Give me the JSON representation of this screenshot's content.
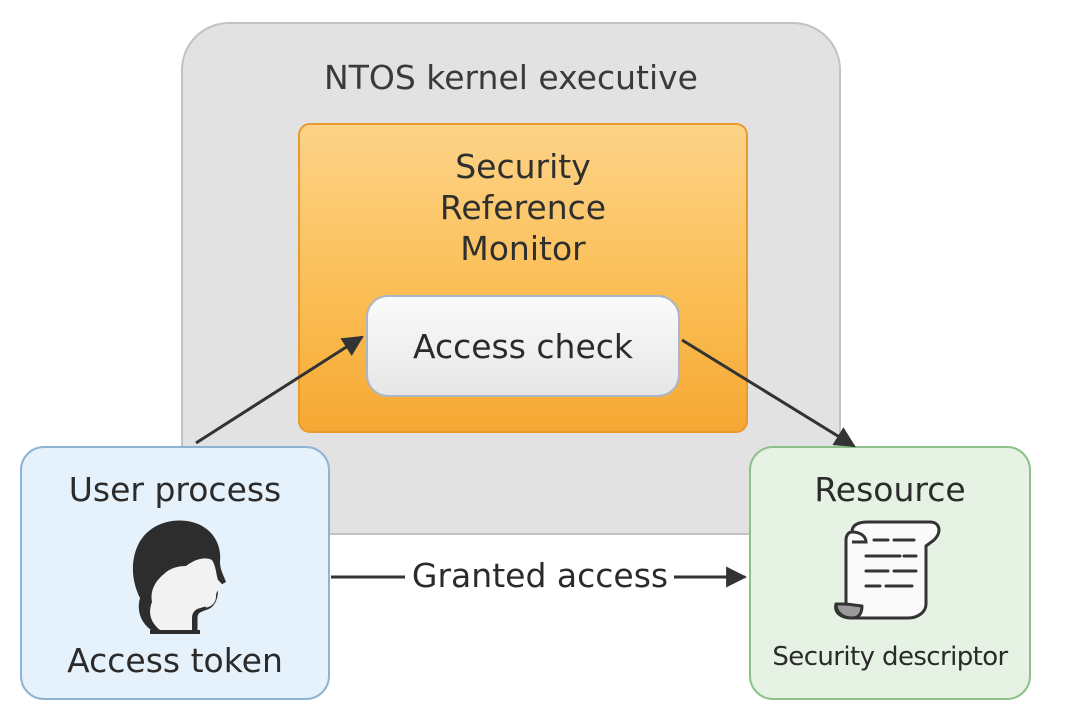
{
  "kernel": {
    "title": "NTOS kernel executive"
  },
  "srm": {
    "title_line1": "Security",
    "title_line2": "Reference",
    "title_line3": "Monitor",
    "check_label": "Access check"
  },
  "user_process": {
    "title": "User process",
    "token_label": "Access token",
    "icon": "person-head-icon"
  },
  "resource": {
    "title": "Resource",
    "descriptor_label": "Security descriptor",
    "icon": "scroll-document-icon"
  },
  "flow": {
    "granted_label": "Granted access"
  },
  "colors": {
    "kernel_bg": "#e2e2e2",
    "srm_orange": "#fbbe55",
    "user_blue": "#e6f2fb",
    "resource_green": "#e6f3e4",
    "arrow": "#333333"
  }
}
